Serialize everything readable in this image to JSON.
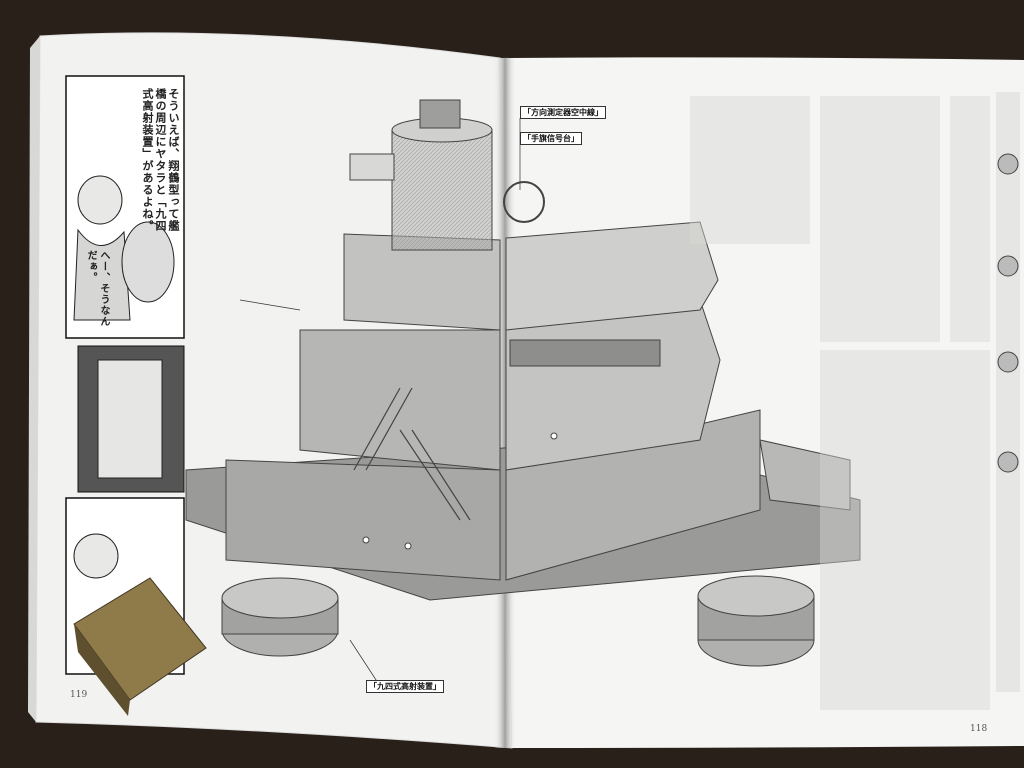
{
  "photo": {
    "subject": "open-book-page-spread",
    "background_color": "#2a201a",
    "page_color": "#f4f4f2"
  },
  "left_page": {
    "page_number": "119",
    "manga_speech_1": "そういえば、翔鶴型って艦橋の周辺にヤタラと「九四式高射装置」があるよね。",
    "manga_speech_2": "へー、そうなんだぁ。",
    "callout_hoikusoku": "「九四式高射装置」"
  },
  "right_page": {
    "page_number": "118",
    "callout_houkou": "「方向測定器空中線」",
    "callout_teki": "「手旗信号台」"
  },
  "colors": {
    "hull_gray": "#9a9a98",
    "light_gray": "#c8c8c6",
    "dark_gray": "#6e6e6c",
    "brass_cube": "#8f7a4a"
  }
}
